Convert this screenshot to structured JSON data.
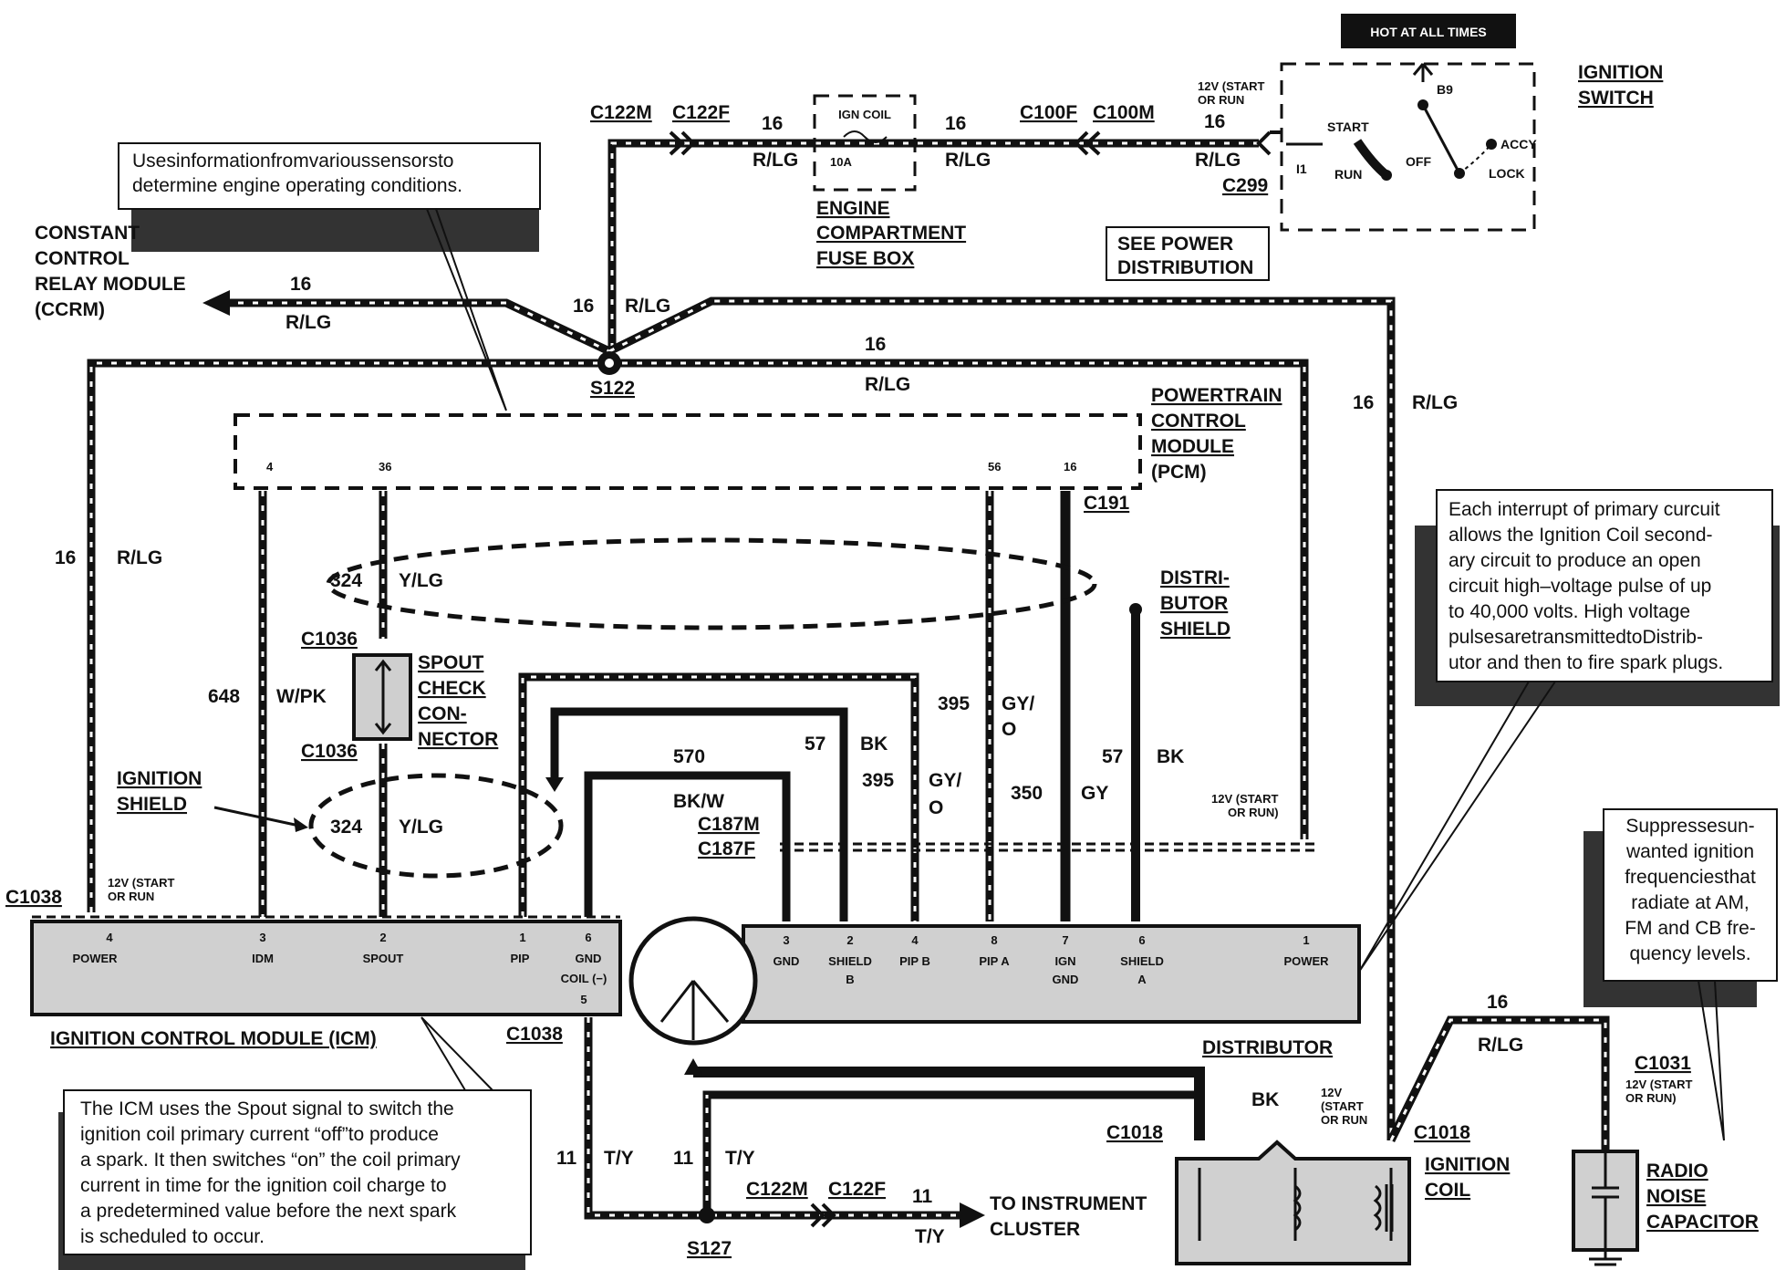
{
  "hot_at_all_times": "HOT AT ALL TIMES",
  "ignition_switch": {
    "title_1": "IGNITION",
    "title_2": "SWITCH",
    "b9": "B9",
    "start": "START",
    "accy": "ACCY",
    "off": "OFF",
    "run": "RUN",
    "lock": "LOCK",
    "i1": "I1"
  },
  "connectors": {
    "c122m_top": "C122M",
    "c122f_top": "C122F",
    "c100f": "C100F",
    "c100m": "C100M",
    "c299": "C299",
    "s122": "S122",
    "c191": "C191",
    "c1036_top": "C1036",
    "c1036_bottom": "C1036",
    "c187m": "C187M",
    "c187f": "C187F",
    "c1038_left": "C1038",
    "c1038_bottom": "C1038",
    "c122m_bottom": "C122M",
    "c122f_bottom": "C122F",
    "s127": "S127",
    "c1018_left": "C1018",
    "c1018_right": "C1018",
    "c1031": "C1031"
  },
  "fuse_box": {
    "fuse_name": "IGN COIL",
    "fuse_rating": "10A",
    "title_1": "ENGINE",
    "title_2": "COMPARTMENT",
    "title_3": "FUSE BOX"
  },
  "see_power": {
    "line1": "SEE POWER",
    "line2": "DISTRIBUTION"
  },
  "ccrm": {
    "line1": "CONSTANT",
    "line2": "CONTROL",
    "line3": "RELAY MODULE",
    "line4": "(CCRM)"
  },
  "wire_labels": {
    "gauge_16": "16",
    "gauge_11": "11",
    "color_rlg": "R/LG",
    "color_ty": "T/Y",
    "c648": "648",
    "color_wpk": "W/PK",
    "c324": "324",
    "color_ylg": "Y/LG",
    "c570": "570",
    "color_bkw": "BK/W",
    "c57": "57",
    "color_bk": "BK",
    "c395": "395",
    "color_gy_o_1": "GY/",
    "color_gy_o_2": "O",
    "c350": "350",
    "color_gy": "GY",
    "start_or_run_1": "12V (START",
    "start_or_run_2": "OR RUN",
    "start_or_run_2p": "OR RUN)",
    "start_1": "12V",
    "start_2": "(START",
    "start_3": "OR RUN"
  },
  "pcm": {
    "title_1": "POWERTRAIN",
    "title_2": "CONTROL",
    "title_3": "MODULE",
    "title_4": "(PCM)",
    "pins": [
      "4",
      "36",
      "56",
      "16"
    ]
  },
  "shields": {
    "dist_1": "DISTRI-",
    "dist_2": "BUTOR",
    "dist_3": "SHIELD",
    "ign_1": "IGNITION",
    "ign_2": "SHIELD"
  },
  "spout_connector": {
    "line1": "SPOUT",
    "line2": "CHECK",
    "line3": "CON-",
    "line4": "NECTOR"
  },
  "icm": {
    "title": "IGNITION CONTROL MODULE (ICM)",
    "pins": [
      {
        "num": "4",
        "name": "POWER"
      },
      {
        "num": "3",
        "name": "IDM"
      },
      {
        "num": "2",
        "name": "SPOUT"
      },
      {
        "num": "1",
        "name": "PIP"
      },
      {
        "num": "6",
        "name": "GND"
      }
    ],
    "coil_neg": "COIL (−)",
    "pin5": "5"
  },
  "distributor": {
    "title": "DISTRIBUTOR",
    "pins": [
      {
        "num": "3",
        "name": "GND",
        "name2": ""
      },
      {
        "num": "2",
        "name": "SHIELD",
        "name2": "B"
      },
      {
        "num": "4",
        "name": "PIP B",
        "name2": ""
      },
      {
        "num": "8",
        "name": "PIP A",
        "name2": ""
      },
      {
        "num": "7",
        "name": "IGN",
        "name2": "GND"
      },
      {
        "num": "6",
        "name": "SHIELD",
        "name2": "A"
      },
      {
        "num": "1",
        "name": "POWER",
        "name2": ""
      }
    ]
  },
  "ignition_coil": {
    "title_1": "IGNITION",
    "title_2": "COIL"
  },
  "radio_cap": {
    "title_1": "RADIO",
    "title_2": "NOISE",
    "title_3": "CAPACITOR"
  },
  "instrument_cluster": {
    "line1": "TO INSTRUMENT",
    "line2": "CLUSTER"
  },
  "notes": {
    "pcm_note": [
      "Usesinformationfromvarioussensorsto",
      "determine engine operating conditions."
    ],
    "dist_note": [
      "Each interrupt of primary curcuit",
      "allows the Ignition Coil second-",
      "ary circuit to produce an open",
      "circuit high–voltage pulse of up",
      "to 40,000 volts. High voltage",
      "pulsesaretransmittedtoDistrib-",
      "utor and then to fire spark plugs."
    ],
    "cap_note": [
      "Suppressesun-",
      "wanted ignition",
      "frequenciesthat",
      "radiate at AM,",
      "FM and CB fre-",
      "quency levels."
    ],
    "icm_note": [
      "The ICM uses the Spout signal to switch the",
      "ignition coil primary current “off”to produce",
      "a spark. It then switches “on” the coil primary",
      "current in time for the ignition coil charge to",
      "a predetermined value before the next spark",
      "is scheduled to occur."
    ]
  }
}
